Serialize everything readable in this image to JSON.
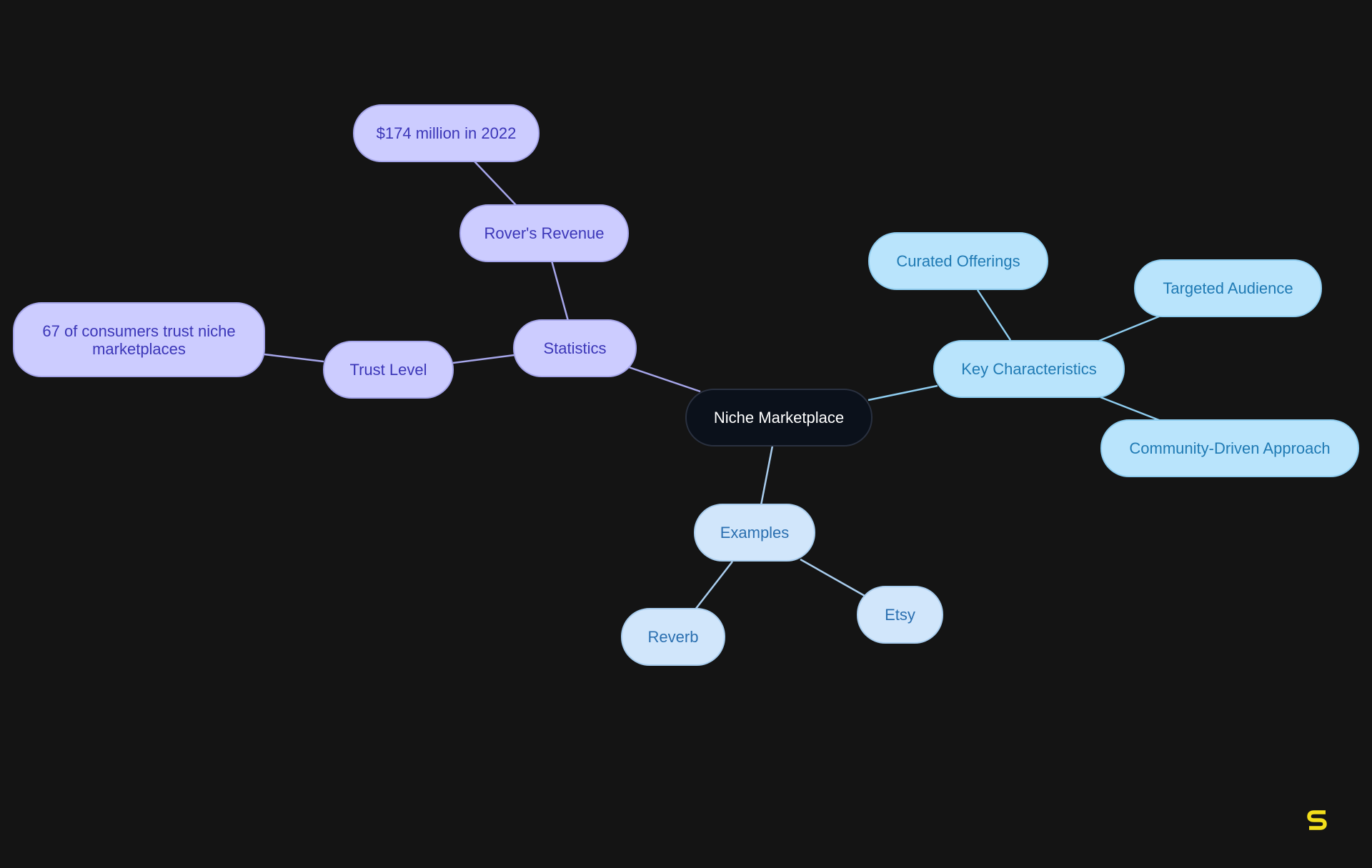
{
  "diagram": {
    "root": "Niche Marketplace",
    "branches": [
      {
        "label": "Statistics",
        "children": [
          {
            "label": "Rover's Revenue",
            "children": [
              {
                "label": "$174 million in 2022"
              }
            ]
          },
          {
            "label": "Trust Level",
            "children": [
              {
                "label": "67 of consumers trust niche\nmarketplaces"
              }
            ]
          }
        ]
      },
      {
        "label": "Key Characteristics",
        "children": [
          {
            "label": "Curated Offerings"
          },
          {
            "label": "Targeted Audience"
          },
          {
            "label": "Community-Driven Approach"
          }
        ]
      },
      {
        "label": "Examples",
        "children": [
          {
            "label": "Reverb"
          },
          {
            "label": "Etsy"
          }
        ]
      }
    ]
  },
  "colors": {
    "background": "#141414",
    "root_fill": "#0b111b",
    "statistics_fill": "#ccccff",
    "statistics_edge": "#a6a6ea",
    "characteristics_fill": "#b9e4fc",
    "characteristics_edge": "#8fcdf0",
    "examples_fill": "#d1e6fb",
    "examples_edge": "#a9cdee",
    "logo": "#f2de1b"
  },
  "logo": {
    "icon": "s-logo-icon"
  }
}
